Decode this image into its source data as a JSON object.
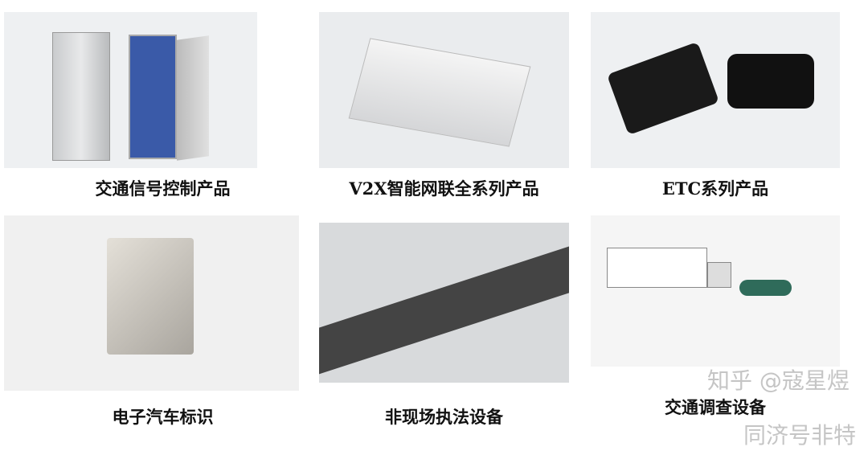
{
  "products": [
    {
      "caption": "交通信号控制产品",
      "icon": "traffic-signal-cabinet"
    },
    {
      "caption": "V2X智能网联全系列产品",
      "icon": "v2x-device-box"
    },
    {
      "caption": "ETC系列产品",
      "icon": "etc-antenna-and-obu"
    },
    {
      "caption": "电子汽车标识",
      "icon": "rfid-reader"
    },
    {
      "caption": "非现场执法设备",
      "icon": "road-gantry-scene"
    },
    {
      "caption": "交通调查设备",
      "icon": "traffic-survey-diagram"
    }
  ],
  "watermarks": {
    "zhihu": "知乎 @寇星煜",
    "weibo": "同济号非特"
  }
}
